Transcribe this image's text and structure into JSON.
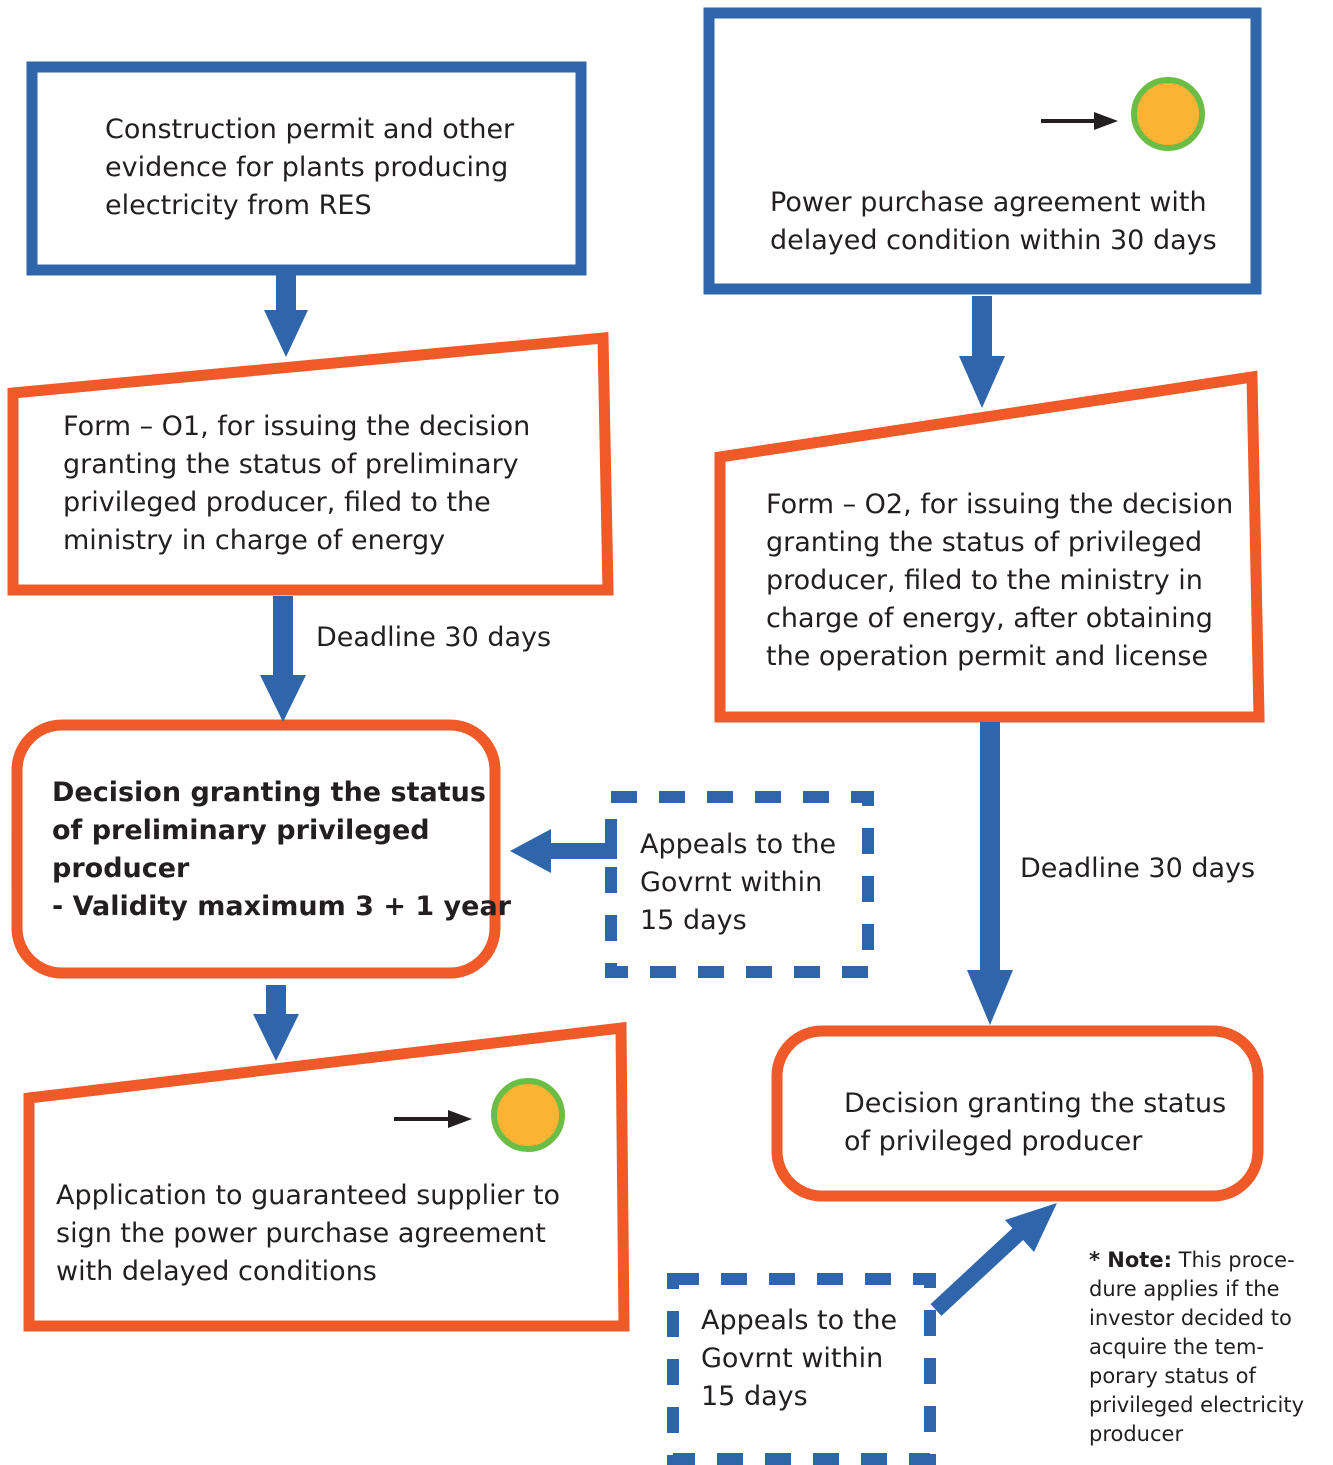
{
  "colors": {
    "blue": "#2e65ab",
    "orange": "#ef5a28",
    "indicator_fill": "#fbb333",
    "indicator_ring": "#6bbd45",
    "text": "#231f20"
  },
  "left": {
    "box1": {
      "lines": [
        "Construction permit and other",
        "evidence for plants producing",
        "electricity from RES"
      ]
    },
    "box2": {
      "lines": [
        "Form – O1, for issuing the decision",
        "granting the status of preliminary",
        "privileged producer, filed to the",
        "ministry in charge of energy"
      ]
    },
    "deadline": "Deadline 30 days",
    "decision": {
      "lines": [
        "Decision granting the status",
        "of preliminary privileged",
        "producer",
        "- Validity maximum 3 + 1 year"
      ]
    },
    "appeal": {
      "lines": [
        "Appeals to the",
        "Govrnt within",
        "15 days"
      ]
    },
    "application": {
      "lines": [
        "Application to guaranteed supplier to",
        "sign the power purchase agreement",
        "with delayed conditions"
      ]
    }
  },
  "right": {
    "box1": {
      "lines": [
        "Power purchase agreement with",
        "delayed condition within 30 days"
      ]
    },
    "box2": {
      "lines": [
        "Form – O2, for issuing the decision",
        "granting the status of privileged",
        "producer, filed to the ministry in",
        "charge of energy, after obtaining",
        "the operation permit and license"
      ]
    },
    "deadline": "Deadline 30 days",
    "decision": {
      "lines": [
        "Decision granting the status",
        "of privileged producer"
      ]
    },
    "appeal": {
      "lines": [
        "Appeals to the",
        "Govrnt within",
        "15 days"
      ]
    }
  },
  "note": {
    "label": "* Note:",
    "lines": [
      "This proce-",
      "dure applies if the",
      "investor decided to",
      "acquire the tem-",
      "porary status of",
      "privileged electricity",
      "producer"
    ]
  }
}
